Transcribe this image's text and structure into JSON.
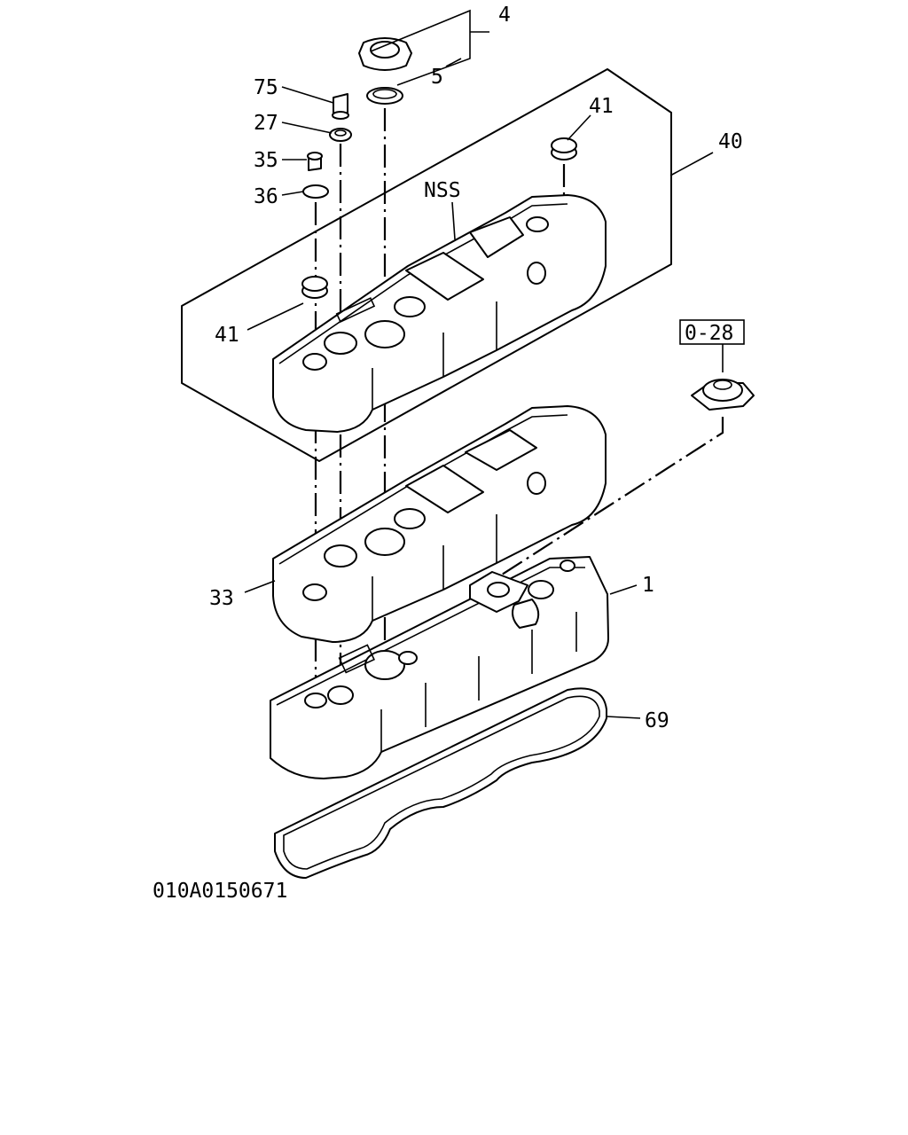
{
  "callouts": {
    "p4": "4",
    "p5": "5",
    "p75": "75",
    "p27": "27",
    "p35": "35",
    "p36": "36",
    "p41_top": "41",
    "p41_left": "41",
    "p40": "40",
    "nss": "NSS",
    "ref_box": "0-28",
    "p33": "33",
    "p1": "1",
    "p69": "69"
  },
  "drawing_number": "010A0150671",
  "colors": {
    "line": "#000000",
    "background": "#ffffff"
  }
}
